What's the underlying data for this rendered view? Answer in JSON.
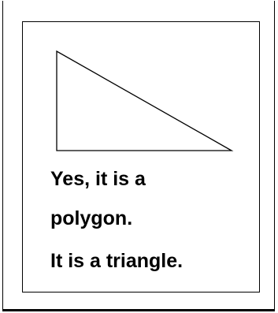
{
  "card": {
    "answer_line1": "Yes, it is a",
    "answer_line2": "polygon.",
    "statement": "It is a triangle."
  },
  "colors": {
    "stroke": "#000000",
    "background": "#ffffff"
  }
}
